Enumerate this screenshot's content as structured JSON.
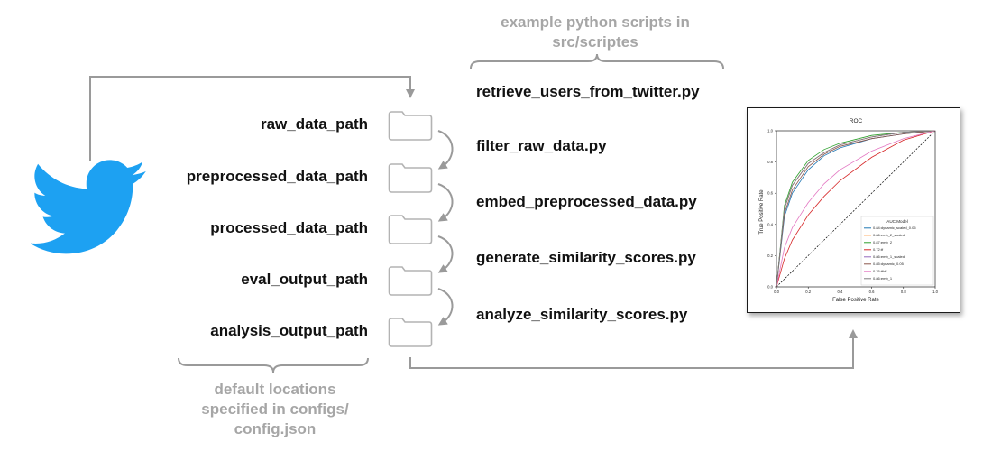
{
  "header_note": {
    "lines": [
      "example python scripts in",
      "src/scriptes"
    ]
  },
  "footer_note": {
    "lines": [
      "default locations",
      "specified in configs/",
      "config.json"
    ]
  },
  "data_paths": [
    "raw_data_path",
    "preprocessed_data_path",
    "processed_data_path",
    "eval_output_path",
    "analysis_output_path"
  ],
  "scripts": [
    "retrieve_users_from_twitter.py",
    "filter_raw_data.py",
    "embed_preprocessed_data.py",
    "generate_similarity_scores.py",
    "analyze_similarity_scores.py"
  ],
  "colors": {
    "twitter_blue": "#1da1f2",
    "connector_gray": "#9a9a9a",
    "note_gray": "#a6a6a6",
    "folder_stroke": "#b3b3b3"
  },
  "icons": {
    "source": "twitter-bird-icon",
    "folder": "folder-icon"
  },
  "chart_data": {
    "type": "line",
    "title": "ROC",
    "xlabel": "False Positive Rate",
    "ylabel": "True Positive Rate",
    "xlim": [
      0,
      1
    ],
    "ylim": [
      0,
      1
    ],
    "xticks": [
      "0.0",
      "0.2",
      "0.4",
      "0.6",
      "0.8",
      "1.0"
    ],
    "yticks": [
      "0.0",
      "0.2",
      "0.4",
      "0.6",
      "0.8",
      "1.0"
    ],
    "legend_title": "AUC:Model",
    "legend_position": "lower-right",
    "series": [
      {
        "name": "0.84:dynamic_scaled_0.05",
        "color": "#1f77b4",
        "x": [
          0,
          0.05,
          0.1,
          0.2,
          0.3,
          0.4,
          0.6,
          0.8,
          1
        ],
        "y": [
          0,
          0.45,
          0.6,
          0.75,
          0.84,
          0.89,
          0.95,
          0.98,
          1
        ]
      },
      {
        "name": "0.86:emb_2_scaled",
        "color": "#ff7f0e",
        "x": [
          0,
          0.05,
          0.1,
          0.2,
          0.3,
          0.4,
          0.6,
          0.8,
          1
        ],
        "y": [
          0,
          0.5,
          0.65,
          0.79,
          0.86,
          0.91,
          0.96,
          0.99,
          1
        ]
      },
      {
        "name": "0.87:emb_2",
        "color": "#2ca02c",
        "x": [
          0,
          0.05,
          0.1,
          0.2,
          0.3,
          0.4,
          0.6,
          0.8,
          1
        ],
        "y": [
          0,
          0.52,
          0.67,
          0.81,
          0.88,
          0.92,
          0.97,
          0.99,
          1
        ]
      },
      {
        "name": "0.72:tf",
        "color": "#d62728",
        "x": [
          0,
          0.05,
          0.1,
          0.2,
          0.3,
          0.4,
          0.6,
          0.8,
          1
        ],
        "y": [
          0,
          0.18,
          0.3,
          0.46,
          0.58,
          0.68,
          0.83,
          0.94,
          1
        ]
      },
      {
        "name": "0.86:emb_1_scaled",
        "color": "#9467bd",
        "x": [
          0,
          0.05,
          0.1,
          0.2,
          0.3,
          0.4,
          0.6,
          0.8,
          1
        ],
        "y": [
          0,
          0.5,
          0.65,
          0.79,
          0.86,
          0.91,
          0.96,
          0.99,
          1
        ]
      },
      {
        "name": "0.85:dynamic_0.05",
        "color": "#8c564b",
        "x": [
          0,
          0.05,
          0.1,
          0.2,
          0.3,
          0.4,
          0.6,
          0.8,
          1
        ],
        "y": [
          0,
          0.47,
          0.62,
          0.77,
          0.85,
          0.9,
          0.95,
          0.98,
          1
        ]
      },
      {
        "name": "0.76:tfidf",
        "color": "#e377c2",
        "x": [
          0,
          0.05,
          0.1,
          0.2,
          0.3,
          0.4,
          0.6,
          0.8,
          1
        ],
        "y": [
          0,
          0.25,
          0.38,
          0.54,
          0.66,
          0.75,
          0.87,
          0.95,
          1
        ]
      },
      {
        "name": "0.86:emb_1",
        "color": "#7f7f7f",
        "x": [
          0,
          0.05,
          0.1,
          0.2,
          0.3,
          0.4,
          0.6,
          0.8,
          1
        ],
        "y": [
          0,
          0.5,
          0.65,
          0.79,
          0.86,
          0.91,
          0.96,
          0.99,
          1
        ]
      }
    ],
    "baseline": {
      "x": [
        0,
        1
      ],
      "y": [
        0,
        1
      ],
      "style": "dashed",
      "color": "#000000"
    }
  }
}
